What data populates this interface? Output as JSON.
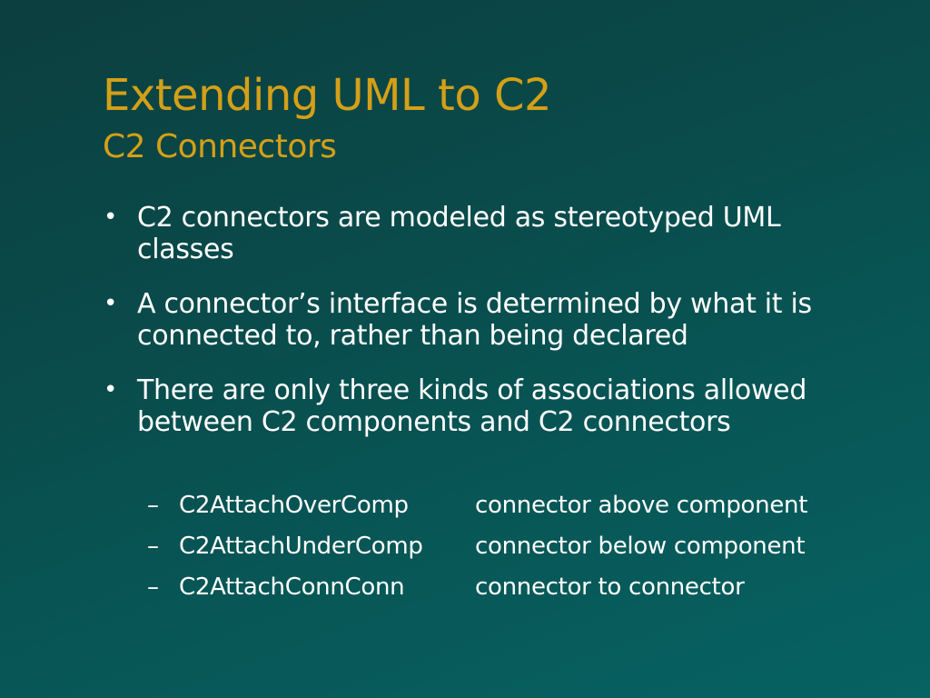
{
  "slide": {
    "title": "Extending UML to C2",
    "subtitle": "C2 Connectors",
    "bullets": [
      {
        "text": "C2 connectors are modeled as stereotyped UML classes"
      },
      {
        "text": "A connector’s interface is determined by what it is connected to, rather than being declared"
      },
      {
        "text": "There are only three kinds of associations allowed between C2 components and C2 connectors"
      }
    ],
    "bullet_mark": "•",
    "sub_dash": "–",
    "associations": [
      {
        "name": "C2AttachOverComp",
        "description": "connector above component"
      },
      {
        "name": "C2AttachUnderComp",
        "description": "connector below component"
      },
      {
        "name": "C2AttachConnConn",
        "description": "connector to connector"
      }
    ],
    "colors": {
      "title": "#d4a017",
      "text": "#ffffff",
      "background": "#0a4a4a"
    }
  }
}
